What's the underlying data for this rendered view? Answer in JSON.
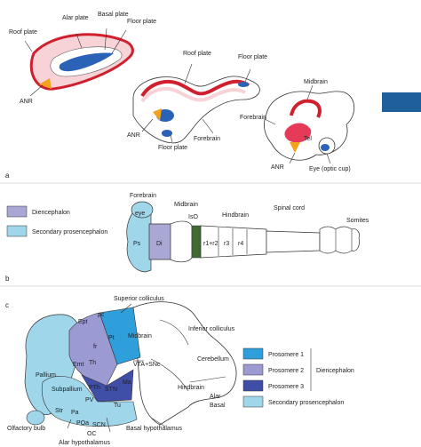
{
  "colors": {
    "roof_red": "#d0202e",
    "pink_fill": "#f7d2d6",
    "anr_orange": "#f2a31b",
    "floor_blue": "#2a62b8",
    "lavender": "#a9a7d4",
    "light_blue": "#9fd6ea",
    "prosomere1": "#2f9fdc",
    "prosomere2": "#9c9ad2",
    "prosomere3": "#3f4ea6",
    "isthmus_green": "#3e6b32",
    "corner_tab": "#1f5f9a"
  },
  "panel_a": {
    "letter": "a",
    "stage1": {
      "roof_plate": "Roof plate",
      "alar_plate": "Alar plate",
      "basal_plate": "Basal plate",
      "floor_plate": "Floor plate",
      "anr": "ANR"
    },
    "stage2": {
      "roof_plate": "Roof plate",
      "floor_plate_top": "Floor plate",
      "anr": "ANR",
      "floor_plate_bottom": "Floor plate",
      "forebrain": "Forebrain"
    },
    "stage3": {
      "midbrain": "Midbrain",
      "forebrain": "Forebrain",
      "tel": "Tel",
      "anr": "ANR",
      "eye": "Eye (optic cup)"
    }
  },
  "panel_b": {
    "letter": "b",
    "legend": [
      {
        "label": "Diencephalon",
        "swatch": "lavender"
      },
      {
        "label": "Secondary prosencephalon",
        "swatch": "light_blue"
      }
    ],
    "labels": {
      "forebrain": "Forebrain",
      "eye": "eye",
      "midbrain": "Midbrain",
      "iso": "IsO",
      "hindbrain": "Hindbrain",
      "spinal_cord": "Spinal cord",
      "somites": "Somites",
      "ps": "Ps",
      "di": "Di",
      "r1r2": "r1+r2",
      "r3": "r3",
      "r4": "r4"
    }
  },
  "panel_c": {
    "letter": "c",
    "labels": {
      "superior_colliculus": "Superior colliculus",
      "pc": "pc",
      "ept": "Ept",
      "pt": "Pt",
      "fr": "fr",
      "midbrain": "Midbrain",
      "inferior_colliculus": "Inferior colliculus",
      "cerebellum": "Cerebellum",
      "pallium": "Pallium",
      "emt": "Emt",
      "th": "Th",
      "vta": "VTA+SNc",
      "pth": "PTh",
      "stn": "STN",
      "ma": "Ma",
      "subpallium": "Subpallium",
      "pv": "PV",
      "str": "Str",
      "pa": "Pa",
      "tu": "Tu",
      "poa": "POa",
      "scn": "SCN",
      "oc": "OC",
      "hindbrain": "Hindbrain",
      "alar": "Alar",
      "basal": "Basal",
      "olfactory_bulb": "Olfactory bulb",
      "alar_hypothalamus": "Alar hypothalamus",
      "basal_hypothalamus": "Basal hypothalamus"
    },
    "legend": [
      {
        "label": "Prosomere 1",
        "swatch": "prosomere1"
      },
      {
        "label": "Prosomere 2",
        "swatch": "prosomere2"
      },
      {
        "label": "Prosomere 3",
        "swatch": "prosomere3"
      },
      {
        "label": "Secondary prosencephalon",
        "swatch": "light_blue"
      }
    ],
    "group_label": "Diencephalon"
  }
}
